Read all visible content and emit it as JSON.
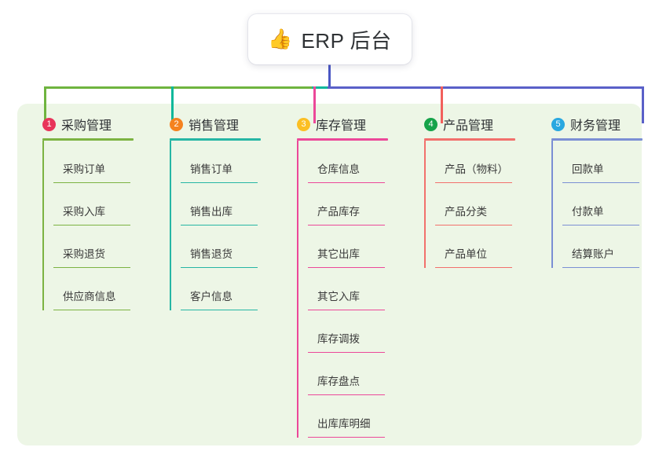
{
  "root": {
    "emoji": "👍",
    "emoji_name": "thumbs-up-icon",
    "title": "ERP 后台"
  },
  "palette": {
    "page_background": "#ffffff",
    "panel_background": "#edf6e6",
    "trunk": "#4a57c4",
    "text": "#2f3235",
    "leaf_text": "#3a3a3a"
  },
  "columns": [
    {
      "number": "1",
      "label": "采购管理",
      "badge_color": "#e8345a",
      "line_color": "#7cb342",
      "items": [
        "采购订单",
        "采购入库",
        "采购退货",
        "供应商信息"
      ]
    },
    {
      "number": "2",
      "label": "销售管理",
      "badge_color": "#f5821f",
      "line_color": "#26b6a4",
      "items": [
        "销售订单",
        "销售出库",
        "销售退货",
        "客户信息"
      ]
    },
    {
      "number": "3",
      "label": "库存管理",
      "badge_color": "#fbbf24",
      "line_color": "#ec4899",
      "items": [
        "仓库信息",
        "产品库存",
        "其它出库",
        "其它入库",
        "库存调拨",
        "库存盘点",
        "出库库明细"
      ]
    },
    {
      "number": "4",
      "label": "产品管理",
      "badge_color": "#16a34a",
      "line_color": "#f2706c",
      "items": [
        "产品（物料）",
        "产品分类",
        "产品单位"
      ]
    },
    {
      "number": "5",
      "label": "财务管理",
      "badge_color": "#29a8e0",
      "line_color": "#7b8fd4",
      "items": [
        "回款单",
        "付款单",
        "结算账户"
      ]
    }
  ]
}
